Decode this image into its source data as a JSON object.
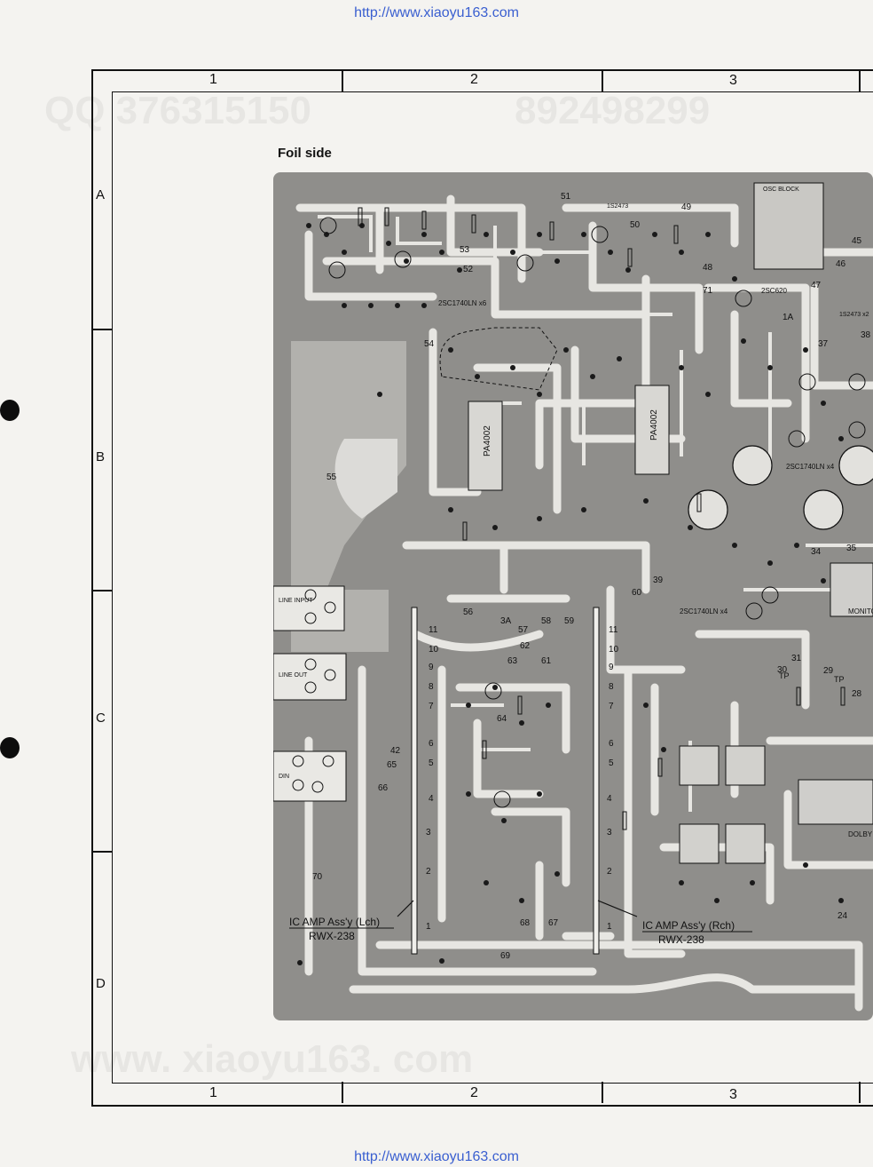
{
  "header": {
    "url_top": "http://www.xiaoyu163.com",
    "url_bottom": "http://www.xiaoyu163.com"
  },
  "watermarks": [
    "QQ 376315150",
    "892498299",
    "www. xiaoyu163. com"
  ],
  "grid": {
    "columns_top": [
      "1",
      "2",
      "3"
    ],
    "columns_bottom": [
      "1",
      "2",
      "3"
    ],
    "rows": [
      "A",
      "B",
      "C",
      "D"
    ]
  },
  "diagram": {
    "title": "Foil side",
    "blocks": {
      "osc": "OSC BLOCK",
      "monitor": "MONITO",
      "dolby": "DOLBY",
      "line_input": "LINE INPUT",
      "line_out": "LINE OUT",
      "din": "DIN"
    },
    "ic_left_title": "IC AMP Ass'y (Lch)",
    "ic_left_code": "RWX-238",
    "ic_right_title": "IC AMP Ass'y (Rch)",
    "ic_right_code": "RWX-238",
    "ic_chip": "PA4002",
    "transistor_labels": [
      "2SC1740LN x6",
      "2SC1740LN x4",
      "2SC1740LN x4",
      "2SC620",
      "1S2473",
      "1S2473 x2"
    ],
    "test_points": [
      "TP",
      "TP"
    ],
    "connector_pins": [
      "11",
      "10",
      "9",
      "8",
      "7",
      "6",
      "5",
      "4",
      "3",
      "2",
      "1"
    ],
    "terminal_numbers": [
      "45",
      "46",
      "47",
      "48",
      "49",
      "50",
      "51",
      "52",
      "53",
      "54",
      "55",
      "56",
      "57",
      "58",
      "59",
      "60",
      "61",
      "62",
      "63",
      "64",
      "65",
      "66",
      "67",
      "68",
      "69",
      "70",
      "71",
      "1A",
      "3A",
      "24",
      "28",
      "29",
      "30",
      "31",
      "34",
      "35",
      "37",
      "38",
      "39",
      "42"
    ]
  }
}
